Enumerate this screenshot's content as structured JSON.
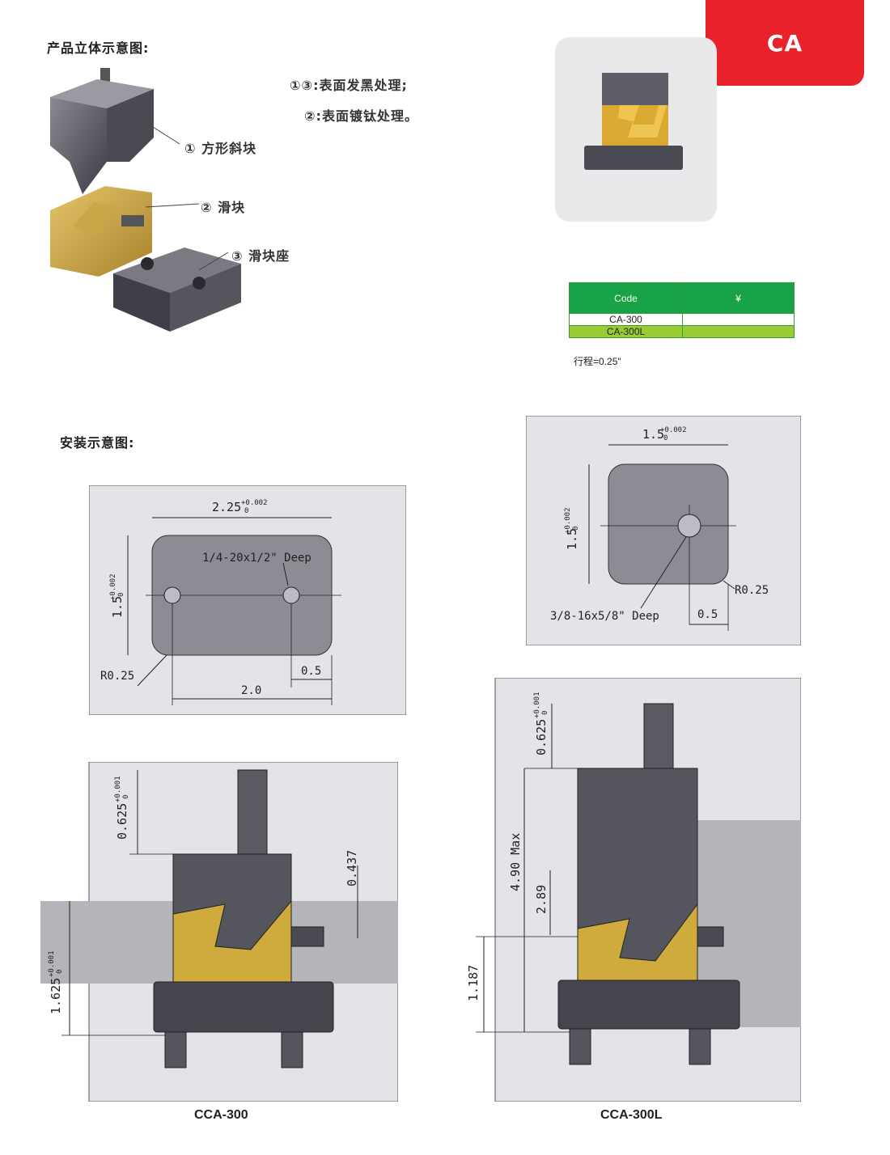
{
  "badge": {
    "label": "CA",
    "color": "#e8212a"
  },
  "headings": {
    "product_view": "产品立体示意图:",
    "install_view": "安装示意图:"
  },
  "treatment_notes": [
    "①③:表面发黑处理;",
    "②:表面镀钛处理。"
  ],
  "parts": [
    {
      "label": "① 方形斜块"
    },
    {
      "label": "② 滑块"
    },
    {
      "label": "③ 滑块座"
    }
  ],
  "price_table": {
    "headers": [
      "Code",
      "¥"
    ],
    "rows": [
      {
        "code": "CA-300",
        "price": ""
      },
      {
        "code": "CA-300L",
        "price": ""
      }
    ],
    "header_color": "#19a347",
    "alt_row_color": "#99cc33"
  },
  "stroke_note": "行程=0.25\"",
  "drawings": {
    "top_left": {
      "width_dim": "2.25",
      "width_tol": "+0.002",
      "width_tol_low": "0",
      "height_dim": "1.5",
      "height_tol": "+0.002",
      "height_tol_low": "0",
      "tap": "1/4-20x1/2\" Deep",
      "radius": "R0.25",
      "offset": "0.5",
      "spacing": "2.0"
    },
    "top_right": {
      "width_dim": "1.5",
      "width_tol": "+0.002",
      "width_tol_low": "0",
      "height_dim": "1.5",
      "height_tol": "+0.002",
      "height_tol_low": "0",
      "tap": "3/8-16x5/8\" Deep",
      "radius": "R0.25",
      "offset": "0.5"
    },
    "bottom_left": {
      "pin_dim": "0.625",
      "pin_tol": "+0.001",
      "pin_tol_low": "0",
      "side_dim": "0.437",
      "base_dim": "1.625",
      "base_tol": "+0.001",
      "base_tol_low": "0",
      "caption": "CCA-300"
    },
    "bottom_right": {
      "pin_dim": "0.625",
      "pin_tol": "+0.001",
      "pin_tol_low": "0",
      "max_dim": "4.90 Max",
      "mid_dim": "2.89",
      "base_dim": "1.187",
      "caption": "CCA-300L"
    }
  }
}
